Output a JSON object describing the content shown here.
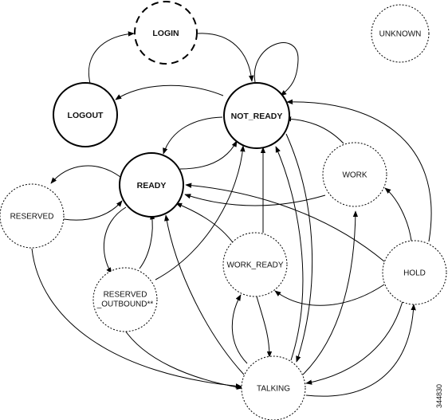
{
  "figure_id": "344830",
  "states": {
    "login": "LOGIN",
    "unknown": "UNKNOWN",
    "logout": "LOGOUT",
    "not_ready": "NOT_READY",
    "ready": "READY",
    "work": "WORK",
    "reserved": "RESERVED",
    "work_ready": "WORK_READY",
    "hold": "HOLD",
    "reserved_outbound_line1": "RESERVED",
    "reserved_outbound_line2": "_OUTBOUND**",
    "talking": "TALKING"
  },
  "node_styles": {
    "login": "dashed",
    "unknown": "dotted",
    "logout": "solid",
    "not_ready": "solid",
    "ready": "solid",
    "work": "dotted",
    "reserved": "dotted",
    "work_ready": "dotted",
    "hold": "dotted",
    "reserved_outbound": "dotted",
    "talking": "dotted"
  },
  "transitions": [
    {
      "from": "LOGIN",
      "to": "NOT_READY"
    },
    {
      "from": "LOGOUT",
      "to": "LOGIN"
    },
    {
      "from": "NOT_READY",
      "to": "LOGOUT"
    },
    {
      "from": "NOT_READY",
      "to": "NOT_READY"
    },
    {
      "from": "NOT_READY",
      "to": "READY"
    },
    {
      "from": "READY",
      "to": "NOT_READY"
    },
    {
      "from": "READY",
      "to": "RESERVED"
    },
    {
      "from": "RESERVED",
      "to": "READY"
    },
    {
      "from": "READY",
      "to": "RESERVED_OUTBOUND**"
    },
    {
      "from": "RESERVED_OUTBOUND**",
      "to": "READY"
    },
    {
      "from": "RESERVED_OUTBOUND**",
      "to": "NOT_READY"
    },
    {
      "from": "RESERVED_OUTBOUND**",
      "to": "TALKING"
    },
    {
      "from": "RESERVED",
      "to": "TALKING"
    },
    {
      "from": "WORK",
      "to": "NOT_READY"
    },
    {
      "from": "WORK",
      "to": "READY"
    },
    {
      "from": "WORK_READY",
      "to": "NOT_READY"
    },
    {
      "from": "WORK_READY",
      "to": "READY"
    },
    {
      "from": "WORK_READY",
      "to": "TALKING"
    },
    {
      "from": "HOLD",
      "to": "NOT_READY"
    },
    {
      "from": "HOLD",
      "to": "READY"
    },
    {
      "from": "HOLD",
      "to": "WORK"
    },
    {
      "from": "HOLD",
      "to": "WORK_READY"
    },
    {
      "from": "HOLD",
      "to": "TALKING"
    },
    {
      "from": "TALKING",
      "to": "NOT_READY"
    },
    {
      "from": "NOT_READY",
      "to": "TALKING"
    },
    {
      "from": "TALKING",
      "to": "READY"
    },
    {
      "from": "TALKING",
      "to": "WORK"
    },
    {
      "from": "TALKING",
      "to": "WORK_READY"
    },
    {
      "from": "TALKING",
      "to": "HOLD"
    }
  ]
}
